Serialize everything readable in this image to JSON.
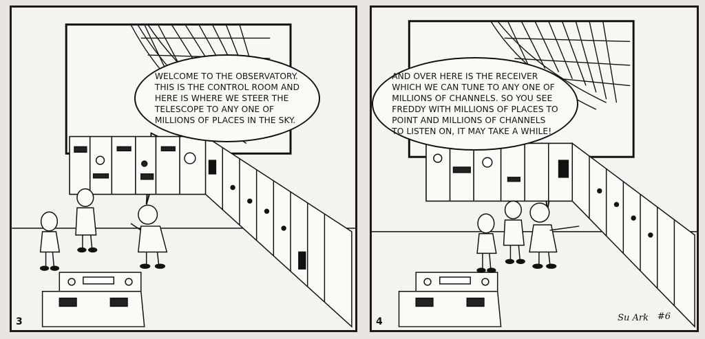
{
  "panels": [
    {
      "number": "3",
      "speech": "WELCOME TO THE OBSERVATORY.\nTHIS IS THE CONTROL ROOM AND\nHERE IS WHERE WE STEER THE\nTELESCOPE TO ANY ONE OF\nMILLIONS OF PLACES IN THE SKY."
    },
    {
      "number": "4",
      "speech": "AND OVER HERE IS THE RECEIVER\nWHICH WE CAN TUNE TO ANY ONE OF\nMILLIONS OF CHANNELS. SO YOU SEE\nFREDDY WITH MILLIONS OF PLACES TO\nPOINT AND MILLIONS OF CHANNELS\nTO LISTEN ON, IT MAY TAKE A WHILE!",
      "signature": "Su Ark",
      "issue": "#6"
    }
  ],
  "colors": {
    "ink": "#111111",
    "paper": "#f5f3ef"
  }
}
